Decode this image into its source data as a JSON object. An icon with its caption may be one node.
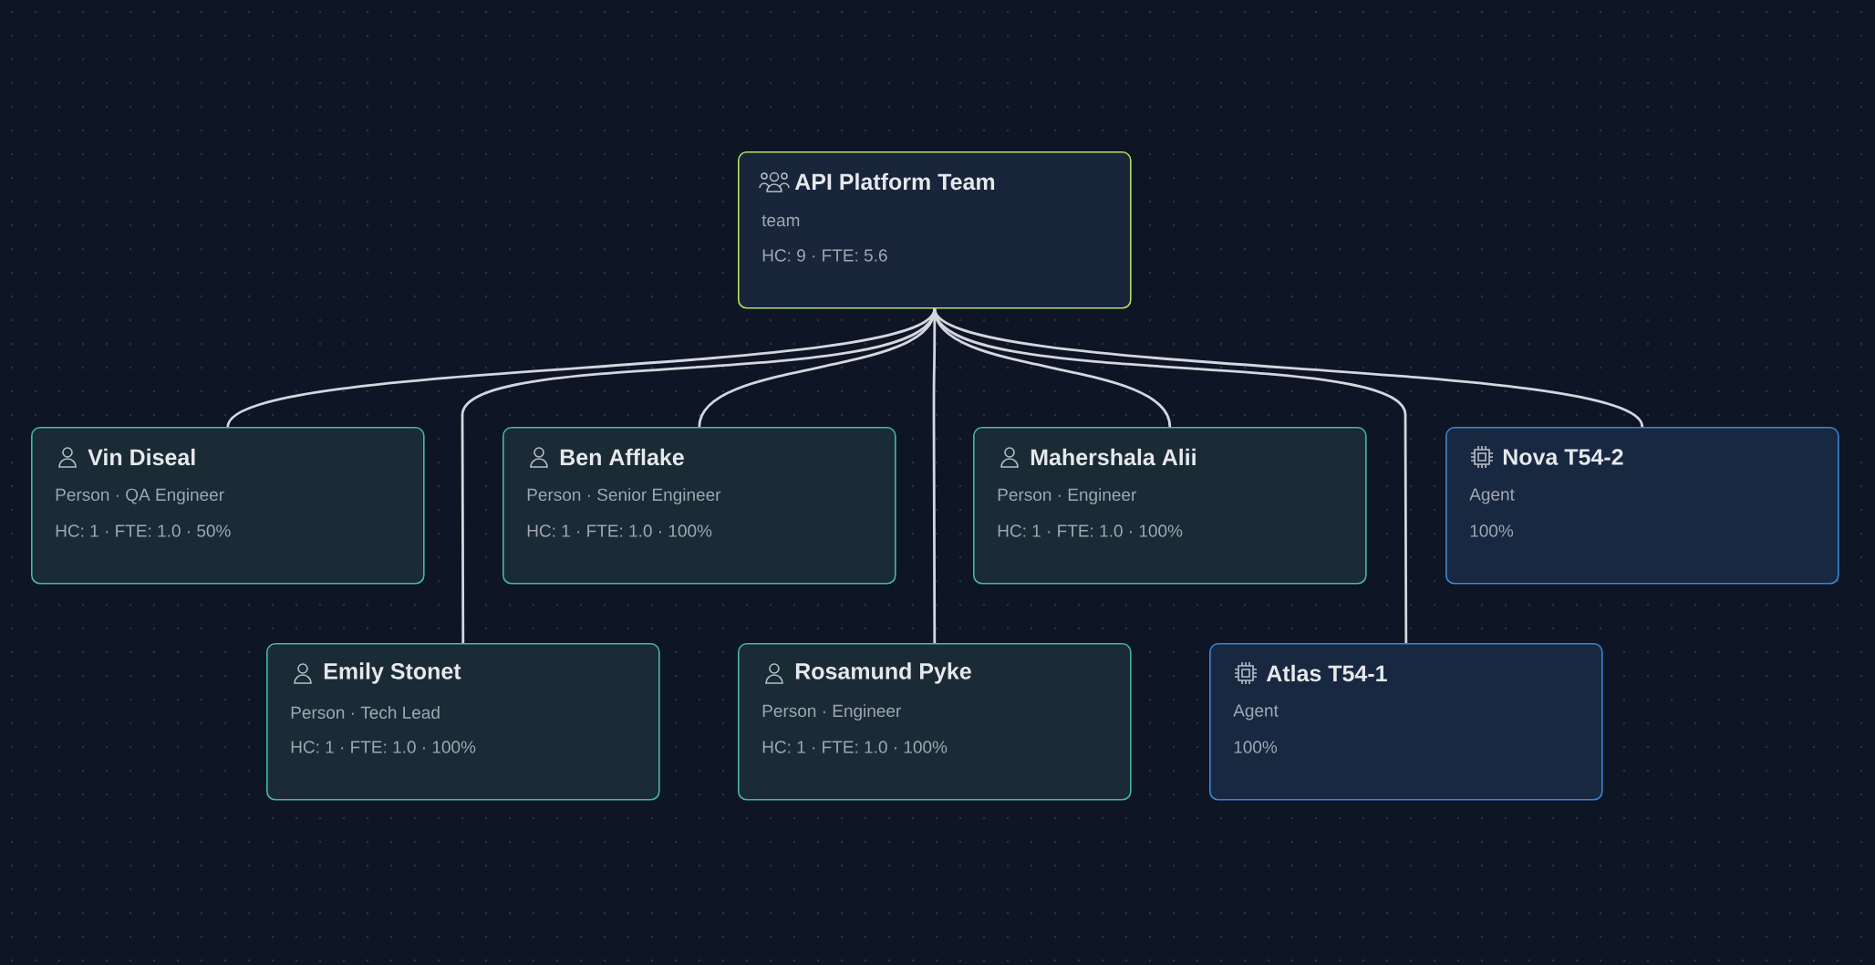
{
  "diagram": {
    "nodes": [
      {
        "text": [
          "API Platform Team",
          "team",
          "HC: 9 · FTE: 5.6"
        ]
      },
      {
        "text": [
          "Vin Diseal",
          "Person · QA Engineer",
          "HC: 1 · FTE: 1.0 · 50%"
        ]
      },
      {
        "text": [
          "Ben Afflake",
          "Person · Senior Engineer",
          "HC: 1 · FTE: 1.0 · 100%"
        ]
      },
      {
        "text": [
          "Mahershala Alii",
          "Person · Engineer",
          "HC: 1 · FTE: 1.0 · 100%"
        ]
      },
      {
        "text": [
          "Nova T54-2",
          "Agent",
          "100%"
        ]
      },
      {
        "text": [
          "Emily Stonet",
          "Person · Tech Lead",
          "HC: 1 · FTE: 1.0 · 100%"
        ]
      },
      {
        "text": [
          "Rosamund Pyke",
          "Person · Engineer",
          "HC: 1 · FTE: 1.0 · 100%"
        ]
      },
      {
        "text": [
          "Atlas T54-1",
          "Agent",
          "100%"
        ]
      }
    ],
    "edges": [
      {
        "from": 0,
        "to": 1,
        "arrow": "none"
      },
      {
        "from": 0,
        "to": 2,
        "arrow": "none"
      },
      {
        "from": 0,
        "to": 3,
        "arrow": "none"
      },
      {
        "from": 0,
        "to": 4,
        "arrow": "none"
      },
      {
        "from": 0,
        "to": 5,
        "arrow": "none"
      },
      {
        "from": 0,
        "to": 6,
        "arrow": "none"
      },
      {
        "from": 0,
        "to": 7,
        "arrow": "none"
      }
    ]
  }
}
